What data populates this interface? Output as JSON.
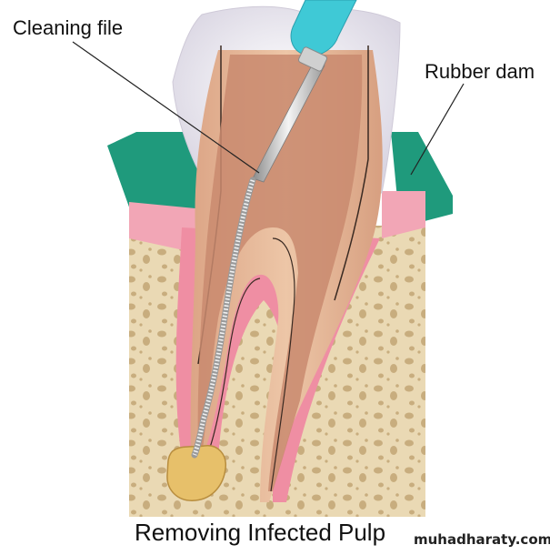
{
  "labels": {
    "cleaning_file": "Cleaning file",
    "rubber_dam": "Rubber dam",
    "caption": "Removing Infected Pulp",
    "watermark": "muhadharaty.com"
  },
  "colors": {
    "gum": "#1f9a7c",
    "gum_pink": "#f2a6b6",
    "bone": "#ead9b4",
    "bone_hole": "#c8ad7e",
    "enamel": "#f3f1f6",
    "dentin": "#e7b897",
    "pulp": "#c98a6e",
    "file_handle": "#3fc9d6",
    "abscess": "#e7c06a"
  }
}
